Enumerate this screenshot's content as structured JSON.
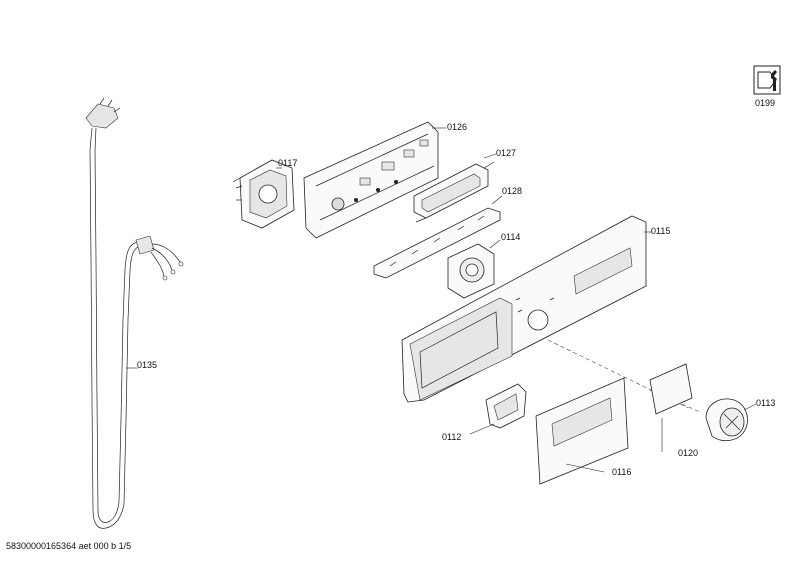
{
  "labels": {
    "p0199": "0199",
    "p0126": "0126",
    "p0117": "0117",
    "p0127": "0127",
    "p0128": "0128",
    "p0114": "0114",
    "p0115": "0115",
    "p0135": "0135",
    "p0113": "0113",
    "p0112": "0112",
    "p0120": "0120",
    "p0116": "0116"
  },
  "footer": "58300000165364 aet 000 b 1/5",
  "icons": {
    "service": "wrench-document-icon"
  }
}
